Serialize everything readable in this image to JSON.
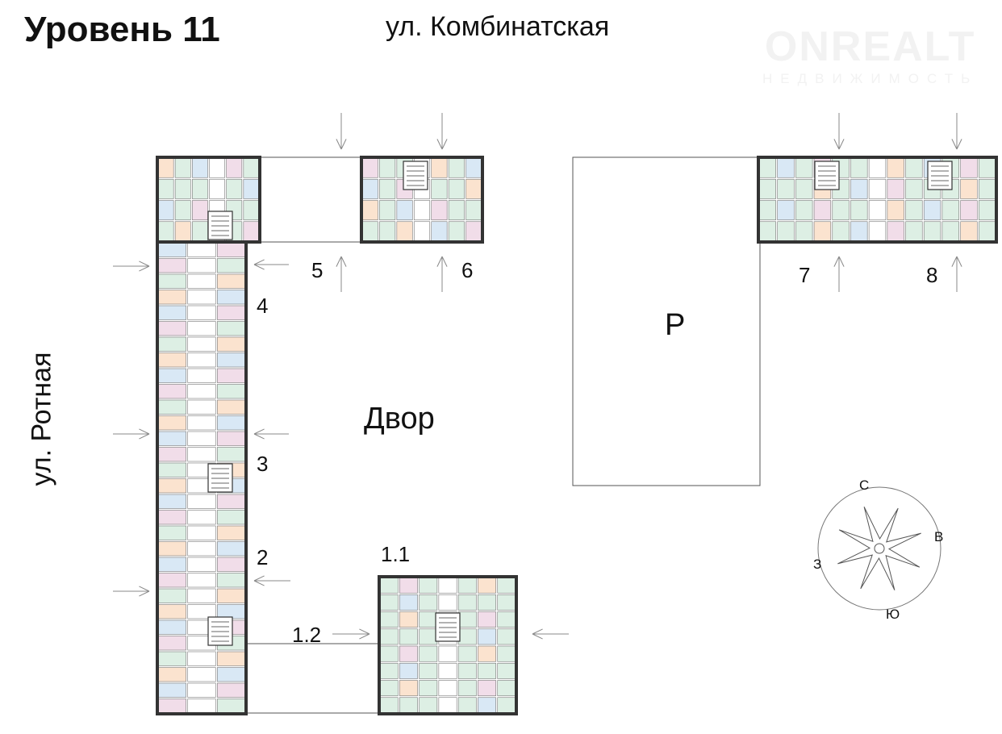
{
  "header": {
    "title": "Уровень 11",
    "street_top": "ул. Комбинатская",
    "street_left": "ул. Ротная"
  },
  "watermark": {
    "name": "ONREALT",
    "subtitle": "НЕДВИЖИМОСТЬ"
  },
  "labels": {
    "yard": "Двор",
    "parking": "P",
    "sections": {
      "s1_1": "1.1",
      "s1_2": "1.2",
      "s2": "2",
      "s3": "3",
      "s4": "4",
      "s5": "5",
      "s6": "6",
      "s7": "7",
      "s8": "8"
    }
  },
  "compass": {
    "north": "С",
    "east": "В",
    "south": "Ю",
    "west": "З"
  },
  "colors": {
    "pink": "#f1dde9",
    "green": "#ddefe4",
    "blue": "#d9e8f5",
    "orange": "#fbe3cf",
    "wall": "#333333"
  }
}
